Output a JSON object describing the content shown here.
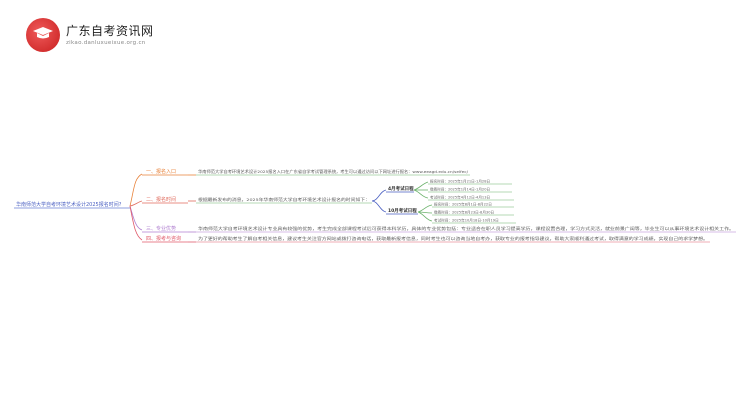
{
  "header": {
    "site_name": "广东自考资讯网",
    "site_url": "zikao.danluxueixue.org.cn"
  },
  "mindmap": {
    "root": "华南师范大学自考环境艺术设计2025报名时间?",
    "branches": [
      {
        "label": "一、报名入口",
        "content": "华南师范大学自考环境艺术设计2025报名入口在广东省自学考试管理系统，考生可以通过访问以下网址进行报名：www.eeagd.edu.cn/selfec/"
      },
      {
        "label": "二、报名时间",
        "content": "根据最新发布的消息，2025年华南师范大学自考环境艺术设计报名的时间如下：",
        "groups": [
          {
            "label": "4月考试日程",
            "items": [
              "报名时间：2025年1月21日-1月28日",
              "缴费时间：2025年1月14日-1月20日",
              "考试时间：2025年4月12日-4月13日"
            ]
          },
          {
            "label": "10月考试日程",
            "items": [
              "报名时间：2025年8月1日-8月22日",
              "缴费时间：2025年8月23日-8月30日",
              "考试时间：2025年10月18日-10月19日"
            ]
          }
        ]
      },
      {
        "label": "三、专业优势",
        "content": "华南师范大学自考环境艺术设计专业具有较强的优势，考生完成全部课程考试后可获得本科学历，具体的专业优势包括：专业适合在职人员学习提高学历，课程设置合理，学习方式灵活，就业前景广阔等，毕业生可以从事环境艺术设计相关工作。"
      },
      {
        "label": "四、报考与咨询",
        "content": "为了更好的帮助考生了解自考相关信息，建议考生关注官方网站或拨打咨询电话，获取最新报考信息，同时考生也可以咨询当地自考办，获取专业的报考指导建议，帮助大家顺利通过考试，取得满意的学习成绩，实现自己的求学梦想。"
      }
    ]
  },
  "colors": {
    "root_line": "#6a7fd4",
    "b1": "#e8823a",
    "b2": "#e06a5c",
    "b3": "#b07fd0",
    "b4": "#e05a6a",
    "content": "#6bb26b",
    "group": "#4a5fc1"
  }
}
